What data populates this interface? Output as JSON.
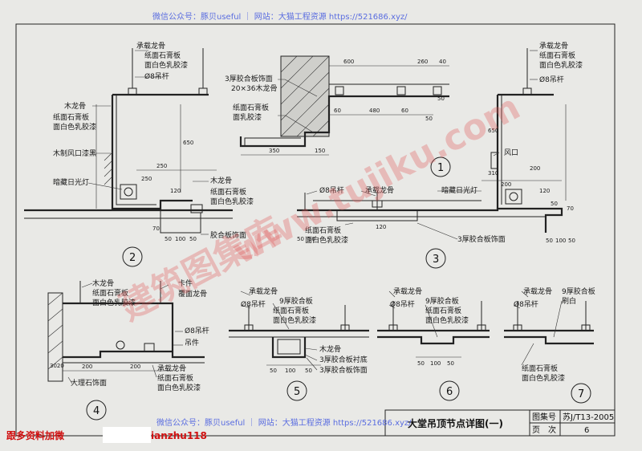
{
  "watermarks": {
    "top": "微信公众号：豚贝useful ｜ 网站：大猫工程资源 https://521686.xyz/",
    "bottom": "微信公众号：豚贝useful ｜ 网站：大猫工程资源 https://521686.xyz/",
    "diagonal_left": "建筑图集库",
    "diagonal_right": "www.tujiku.com",
    "contact": "跟多资料加微",
    "contact_id": "ianzhu118"
  },
  "title_block": {
    "title": "大堂吊顶节点详图(一)",
    "atlas_label": "图集号",
    "atlas_value": "苏J/T13-2005",
    "page_label": "页　次",
    "page_value": "6"
  },
  "detail_numbers": [
    "1",
    "2",
    "3",
    "4",
    "5",
    "6",
    "7"
  ],
  "detail1": {
    "labels": [
      "3厚胶合板饰面",
      "20×36木龙骨",
      "纸面石膏板",
      "面乳胶漆"
    ],
    "dims": [
      "600",
      "260",
      "40",
      "60",
      "480",
      "60",
      "50",
      "350",
      "150",
      "50"
    ]
  },
  "detail2": {
    "labels": [
      "承载龙骨",
      "纸面石膏板",
      "面白色乳胶漆",
      "Ø8吊杆",
      "木龙骨",
      "纸面石膏板",
      "面白色乳胶漆",
      "木制风口漆黑",
      "暗藏日光灯",
      "木龙骨",
      "纸面石膏板",
      "面白色乳胶漆",
      "胶合板饰面"
    ],
    "dims": [
      "250",
      "650",
      "250",
      "120",
      "70",
      "50",
      "100",
      "50"
    ]
  },
  "detail3": {
    "labels": [
      "Ø8吊杆",
      "承载龙骨",
      "暗藏日光灯",
      "纸面石膏板",
      "面白色乳胶漆",
      "3厚胶合板饰面",
      "承载龙骨",
      "纸面石膏板",
      "面白色乳胶漆",
      "Ø8吊杆",
      "风口"
    ],
    "dims": [
      "120",
      "50",
      "50",
      "50",
      "100",
      "50",
      "650",
      "200",
      "310",
      "200",
      "120",
      "70",
      "50"
    ]
  },
  "detail4": {
    "labels": [
      "木龙骨",
      "纸面石膏板",
      "面白色乳胶漆",
      "卡件",
      "覆面龙骨",
      "Ø8吊杆",
      "吊件",
      "承载龙骨",
      "纸面石膏板",
      "面白色乳胶漆",
      "大理石饰面"
    ],
    "dims": [
      "200",
      "200",
      "3020"
    ]
  },
  "detail5": {
    "labels": [
      "承载龙骨",
      "Ø8吊杆",
      "9厚胶合板",
      "纸面石膏板",
      "面白色乳胶漆",
      "木龙骨",
      "3厚胶合板衬底",
      "3厚胶合板饰面"
    ],
    "dims": [
      "50",
      "100",
      "50"
    ]
  },
  "detail6": {
    "labels": [
      "承载龙骨",
      "Ø8吊杆",
      "9厚胶合板",
      "纸面石膏板",
      "面白色乳胶漆"
    ],
    "dims": [
      "50",
      "100",
      "50"
    ]
  },
  "detail7": {
    "labels": [
      "承载龙骨",
      "Ø8吊杆",
      "9厚胶合板",
      "刷白",
      "纸面石膏板",
      "面白色乳胶漆"
    ]
  }
}
